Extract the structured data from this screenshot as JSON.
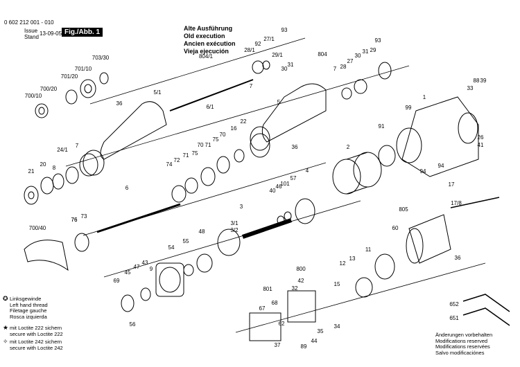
{
  "header": {
    "part_number": "0 602 212 001 - 010",
    "issue_label_1": "Issue",
    "issue_label_2": "Stand",
    "issue_date": "13-09-05",
    "fig_label": "Fig./Abb. 1"
  },
  "title_lines": [
    "Alte Ausführung",
    "Old execution",
    "Ancien exécution",
    "Vieja ejecución"
  ],
  "legend": [
    {
      "symbol": "✪",
      "lines": [
        "Linksgewinde",
        "Left hand thread",
        "Filetage gauche",
        "Rosca izquierda"
      ]
    },
    {
      "symbol": "★",
      "lines": [
        "mit Loctite 222 sichern",
        "secure with Loctite 222"
      ]
    },
    {
      "symbol": "✧",
      "lines": [
        "mit Loctite 242 sichern",
        "secure with Loctite 242"
      ]
    }
  ],
  "notes": [
    "Änderungen vorbehalten",
    "Modifications reserved",
    "Modifications reservées",
    "Salvo modificaciónes"
  ],
  "part_labels": [
    "703/30",
    "701/10",
    "701/20",
    "700/20",
    "700/10",
    "36",
    "5/1",
    "6/1",
    "804/1",
    "93",
    "27/1",
    "28/1",
    "92",
    "29/1",
    "30",
    "31",
    "7",
    "804",
    "7",
    "28",
    "27",
    "30",
    "31",
    "93",
    "29",
    "5",
    "1",
    "99",
    "33",
    "88",
    "39",
    "24/1",
    "7",
    "8",
    "20",
    "21",
    "6",
    "74",
    "72",
    "71",
    "75",
    "70",
    "71",
    "75",
    "70",
    "76",
    "16",
    "22",
    "36",
    "91",
    "2",
    "4",
    "46",
    "40",
    "101",
    "57",
    "3",
    "3/1",
    "3/2",
    "48",
    "55",
    "54",
    "73",
    "76",
    "700/40",
    "69",
    "45",
    "47",
    "43",
    "9",
    "56",
    "26",
    "41",
    "94",
    "94",
    "17",
    "17/8",
    "805",
    "60",
    "36",
    "11",
    "13",
    "12",
    "800",
    "32",
    "42",
    "15",
    "801",
    "67",
    "68",
    "62",
    "37",
    "89",
    "44",
    "35",
    "34",
    "652",
    "651"
  ]
}
